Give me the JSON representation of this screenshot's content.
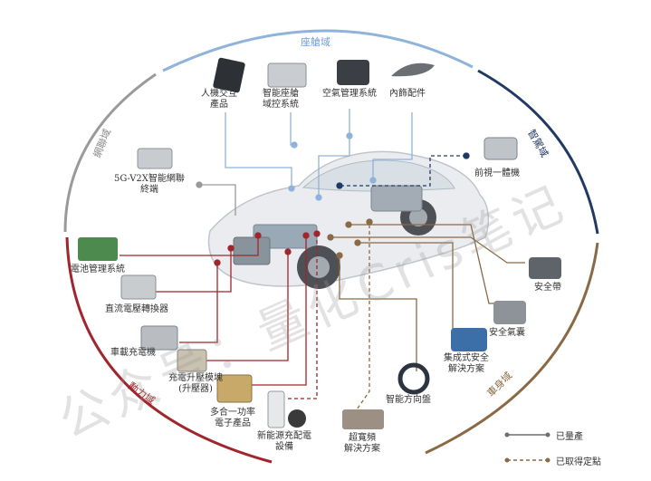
{
  "colors": {
    "cockpit": "#8fb3d9",
    "smart_drive": "#1f3b63",
    "body": "#8a6a45",
    "power": "#a0252d",
    "connectivity": "#9a9a9a",
    "mass_production": "#6e6e6e",
    "designated": "#8a6a45"
  },
  "domains": {
    "cockpit": "座艙域",
    "smart_drive": "智駕域",
    "body": "車身域",
    "power": "動力域",
    "connectivity": "網聯域"
  },
  "products": {
    "hmi": "人機交互\n產品",
    "cockpit_ctrl": "智能座艙\n域控系統",
    "hvac": "空氣管理系統",
    "interior": "內飾配件",
    "front_view": "前視一體機",
    "telematics": "5G-V2X智能網聯\n終端",
    "seatbelt": "安全帶",
    "airbag": "安全氣囊",
    "integrated_safety": "集成式安全\n解決方案",
    "steering": "智能方向盤",
    "wide_bw": "超寬頻\n解決方案",
    "bms": "電池管理系統",
    "dcdc": "直流電壓轉換器",
    "obc": "車載充電機",
    "boost": "充電升壓模塊\n(升壓器)",
    "all_in_one": "多合一功率\n電子產品",
    "charger": "新能源充配電\n設備"
  },
  "legend": {
    "mass_production": "已量產",
    "designated": "已取得定點"
  },
  "watermark": "公众号：量化Cris笔记"
}
